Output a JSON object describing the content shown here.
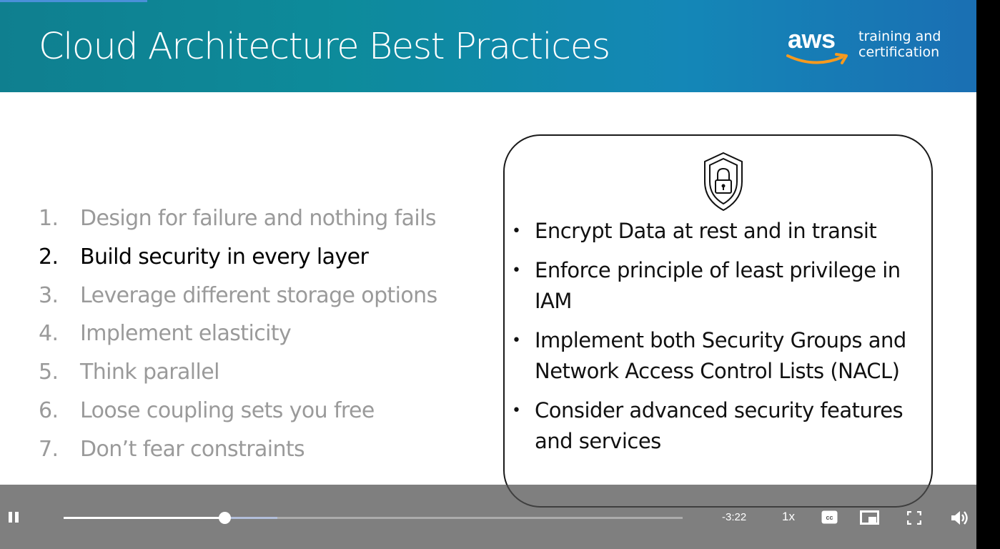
{
  "slide": {
    "title": "Cloud Architecture Best Practices",
    "brand": {
      "logo_text": "aws",
      "subtitle_line1": "training and",
      "subtitle_line2": "certification"
    },
    "practices": [
      {
        "num": "1.",
        "label": "Design for failure and nothing fails",
        "active": false
      },
      {
        "num": "2.",
        "label": "Build security in every layer",
        "active": true
      },
      {
        "num": "3.",
        "label": "Leverage different storage options",
        "active": false
      },
      {
        "num": "4.",
        "label": "Implement elasticity",
        "active": false
      },
      {
        "num": "5.",
        "label": "Think parallel",
        "active": false
      },
      {
        "num": "6.",
        "label": "Loose coupling sets you free",
        "active": false
      },
      {
        "num": "7.",
        "label": "Don’t fear constraints",
        "active": false
      }
    ],
    "security_box": {
      "icon": "shield-lock-icon",
      "bullets": [
        "Encrypt Data at rest and in transit",
        "Enforce principle of least privilege in IAM",
        "Implement both Security Groups and Network Access Control Lists (NACL)",
        "Consider advanced security features and services"
      ]
    }
  },
  "player": {
    "time_remaining": "-3:22",
    "speed": "1x",
    "progress_fraction": 0.26,
    "buffered_fraction": 0.345,
    "icons": {
      "play_pause": "pause-icon",
      "captions": "closed-captions-icon",
      "pip": "picture-in-picture-icon",
      "fullscreen": "fullscreen-icon",
      "volume": "volume-icon"
    },
    "colors": {
      "header_start": "#0f7f8f",
      "header_end": "#1a6fb3",
      "aws_smile": "#f79a1e",
      "inactive_text": "#9a9a9a"
    }
  }
}
